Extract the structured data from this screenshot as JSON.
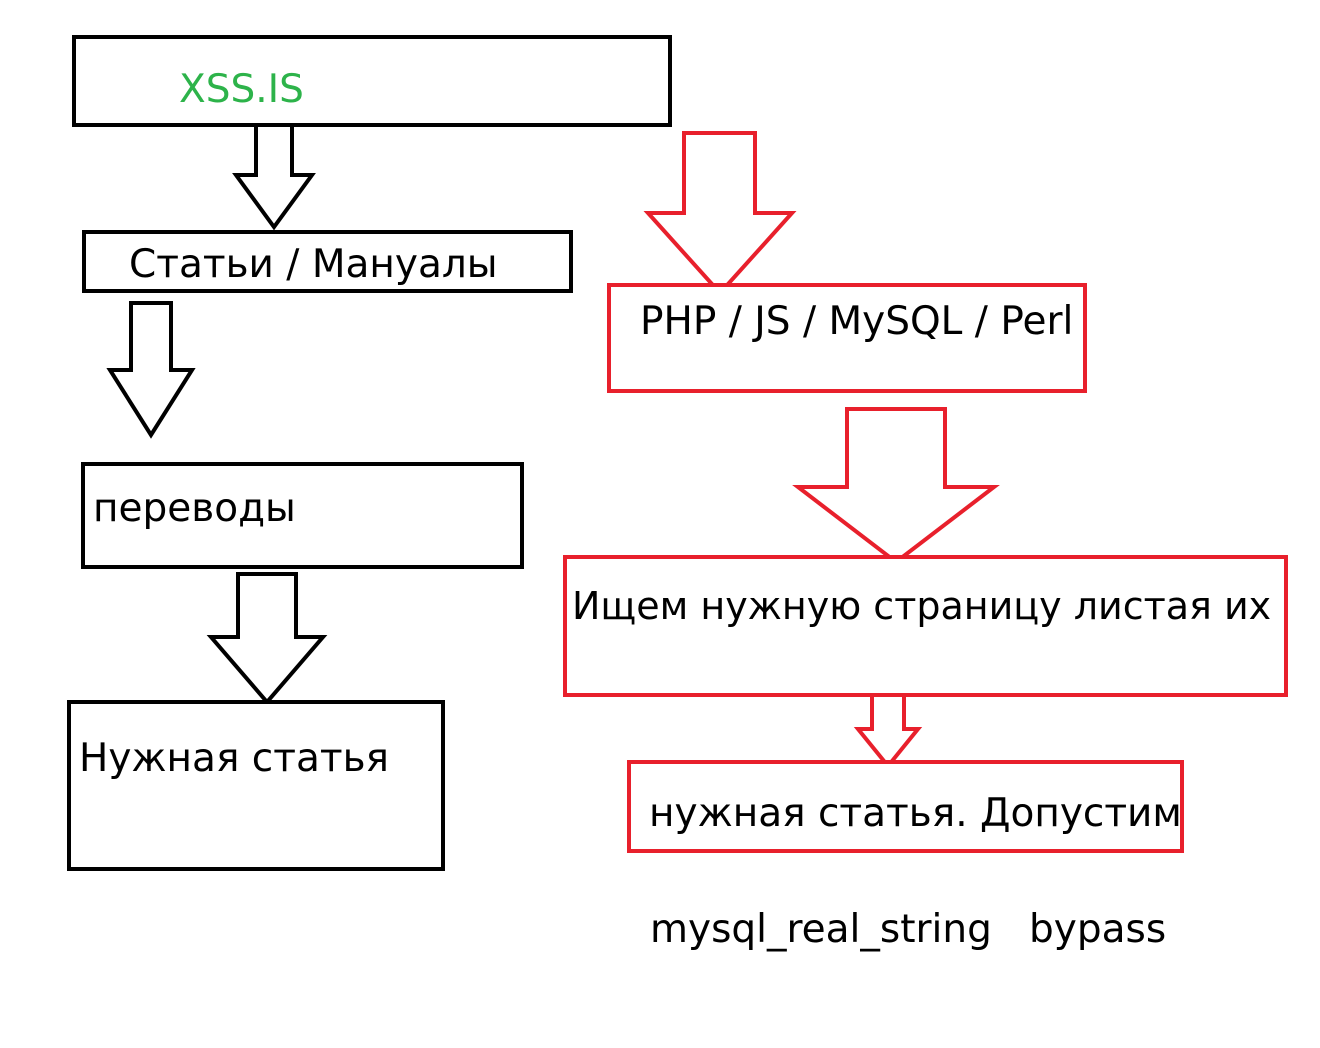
{
  "colors": {
    "black": "#000000",
    "red": "#e8202c",
    "green": "#2db34a"
  },
  "left_flow": {
    "site": "XSS.IS",
    "articles": "Статьи / Мануалы",
    "translations": "переводы",
    "needed_article": "Нужная статья"
  },
  "right_flow": {
    "languages": "PHP / JS / MySQL / Perl",
    "search_pages": "Ищем нужную страницу листая их",
    "needed_article": "нужная статья. Допустим",
    "example_topic": "mysql_real_string   bypass"
  }
}
